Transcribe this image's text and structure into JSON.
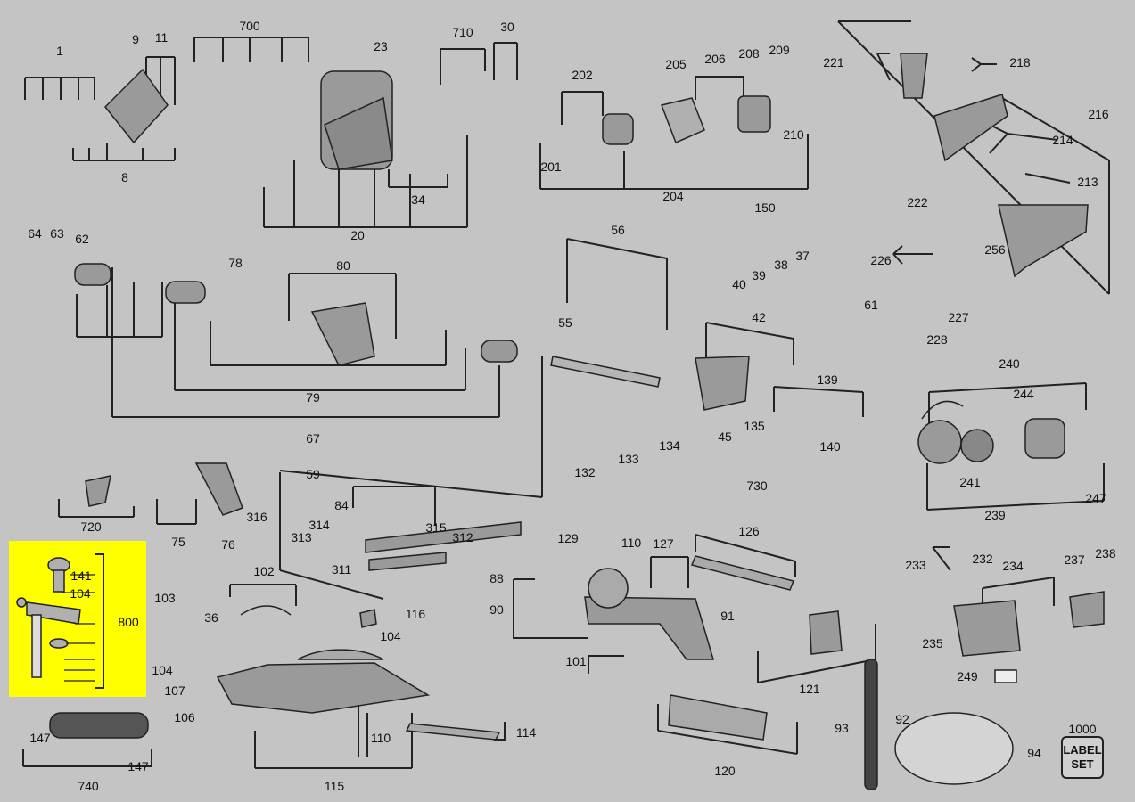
{
  "highlight_color": "#ffff00",
  "background_color": "#c4c4c4",
  "line_color": "#222222",
  "labels": {
    "p1": "1",
    "p9": "9",
    "p11": "11",
    "p700": "700",
    "p23": "23",
    "p710": "710",
    "p30": "30",
    "p202": "202",
    "p205": "205",
    "p206": "206",
    "p208": "208",
    "p209": "209",
    "p221": "221",
    "p218": "218",
    "p216": "216",
    "p214": "214",
    "p213": "213",
    "p222": "222",
    "p256": "256",
    "p226": "226",
    "p61": "61",
    "p227": "227",
    "p228": "228",
    "p8": "8",
    "p34": "34",
    "p20": "20",
    "p201": "201",
    "p204": "204",
    "p210": "210",
    "p150": "150",
    "p37": "37",
    "p38": "38",
    "p39": "39",
    "p40": "40",
    "p64": "64",
    "p63": "63",
    "p62": "62",
    "p78": "78",
    "p80": "80",
    "p56": "56",
    "p55": "55",
    "p42": "42",
    "p79": "79",
    "p67": "67",
    "p59": "59",
    "p139": "139",
    "p140": "140",
    "p135": "135",
    "p45": "45",
    "p134": "134",
    "p133": "133",
    "p132": "132",
    "p730": "730",
    "p240": "240",
    "p244": "244",
    "p241": "241",
    "p239": "239",
    "p247": "247",
    "p720": "720",
    "p75": "75",
    "p76": "76",
    "p316": "316",
    "p84": "84",
    "p314": "314",
    "p313": "313",
    "p315": "315",
    "p312": "312",
    "p311": "311",
    "p129": "129",
    "p110a": "110",
    "p127": "127",
    "p126": "126",
    "p233": "233",
    "p232": "232",
    "p234": "234",
    "p237": "237",
    "p238": "238",
    "p141": "141",
    "p104a": "104",
    "p800": "800",
    "p102": "102",
    "p103": "103",
    "p36": "36",
    "p116": "116",
    "p104b": "104",
    "p104c": "104",
    "p107": "107",
    "p106": "106",
    "p88": "88",
    "p90": "90",
    "p91": "91",
    "p101": "101",
    "p121": "121",
    "p235": "235",
    "p249": "249",
    "p147a": "147",
    "p147b": "147",
    "p740": "740",
    "p110b": "110",
    "p115": "115",
    "p114": "114",
    "p120": "120",
    "p93": "93",
    "p92": "92",
    "p94": "94",
    "p1000": "1000"
  },
  "label_set": {
    "line1": "LABEL",
    "line2": "SET"
  }
}
